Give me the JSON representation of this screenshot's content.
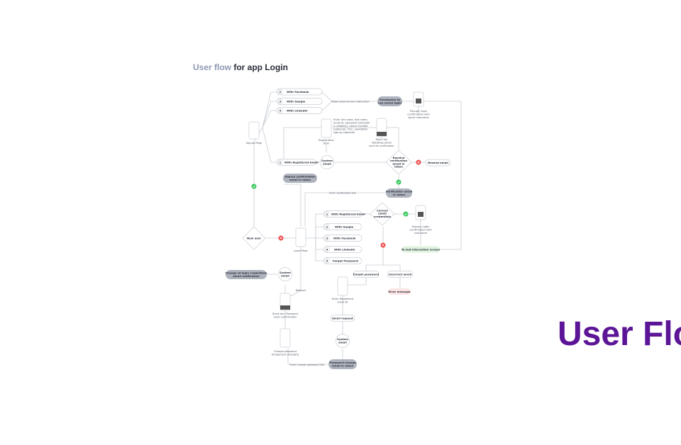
{
  "heading": {
    "accent": "User flow",
    "rest": " for app Login"
  },
  "big_title": "User Flo",
  "colors": {
    "accent": "#8f99b3",
    "title": "#5b1596",
    "success": "#34c759",
    "error": "#ef4444"
  },
  "labels": {
    "signup_page": "Signup Page",
    "login_page": "Login Page",
    "new_user": "New user",
    "reg_form": [
      "Registration",
      "form"
    ],
    "form_note": [
      "Enter list name, last name,",
      "email id, password (strength",
      "& visibility), phone number",
      "(optional), T&C, newsletter",
      "signup (optional)"
    ],
    "stack_bar": [
      "Stack bar",
      "Notifying email",
      "sent for verification"
    ],
    "popup_social": [
      "Popups: login",
      "confirmation with",
      "social username"
    ],
    "popup_login": [
      "Popups: Login",
      "confirmation with",
      "username"
    ],
    "enter_email": [
      "Enter Registered",
      "email ID"
    ],
    "stack_pw": [
      "Stack bar: Password",
      "reset confirmation"
    ],
    "change_pw": [
      "Change password",
      "(Implement strength)"
    ],
    "redirect": "Redirect",
    "allow_ext": "Allow external link redirection",
    "from_verify": "From verification link",
    "from_change": "From change password link"
  },
  "signup_options": [
    {
      "num": "2",
      "label": "With Facebook"
    },
    {
      "num": "3",
      "label": "With Google"
    },
    {
      "num": "4",
      "label": "With LinkedIn"
    }
  ],
  "signup_email": {
    "num": "1",
    "label": "With Registered Email"
  },
  "login_options": [
    {
      "num": "1",
      "label": "With Registered Email"
    },
    {
      "num": "2",
      "label": "With Google"
    },
    {
      "num": "3",
      "label": "With Facebook"
    },
    {
      "num": "4",
      "label": "With LinkedIn"
    },
    {
      "num": "5",
      "label": "Forgot Password"
    }
  ],
  "pills": {
    "permission": [
      "Permission to",
      "use social login"
    ],
    "signup_confirm": [
      "Signup confirmation",
      "email in inbox"
    ],
    "verify_inbox": [
      "Verification email",
      "in inbox"
    ],
    "change_login": [
      "Change of login credentials",
      "email notification"
    ],
    "pw_change_inbox": [
      "Password change",
      "email in inbox"
    ],
    "resend": "Resend email",
    "forgot": "Forgot password",
    "incorrect": "Incorrect email",
    "error": "Error message",
    "email_request": "Email request",
    "to_last": "To last interaction screen"
  },
  "nodes": {
    "system_email": [
      "System",
      "email"
    ],
    "receive": [
      "Receive",
      "verification",
      "email in",
      "inbox"
    ],
    "correct": [
      "Correct",
      "email",
      "credentials"
    ]
  }
}
